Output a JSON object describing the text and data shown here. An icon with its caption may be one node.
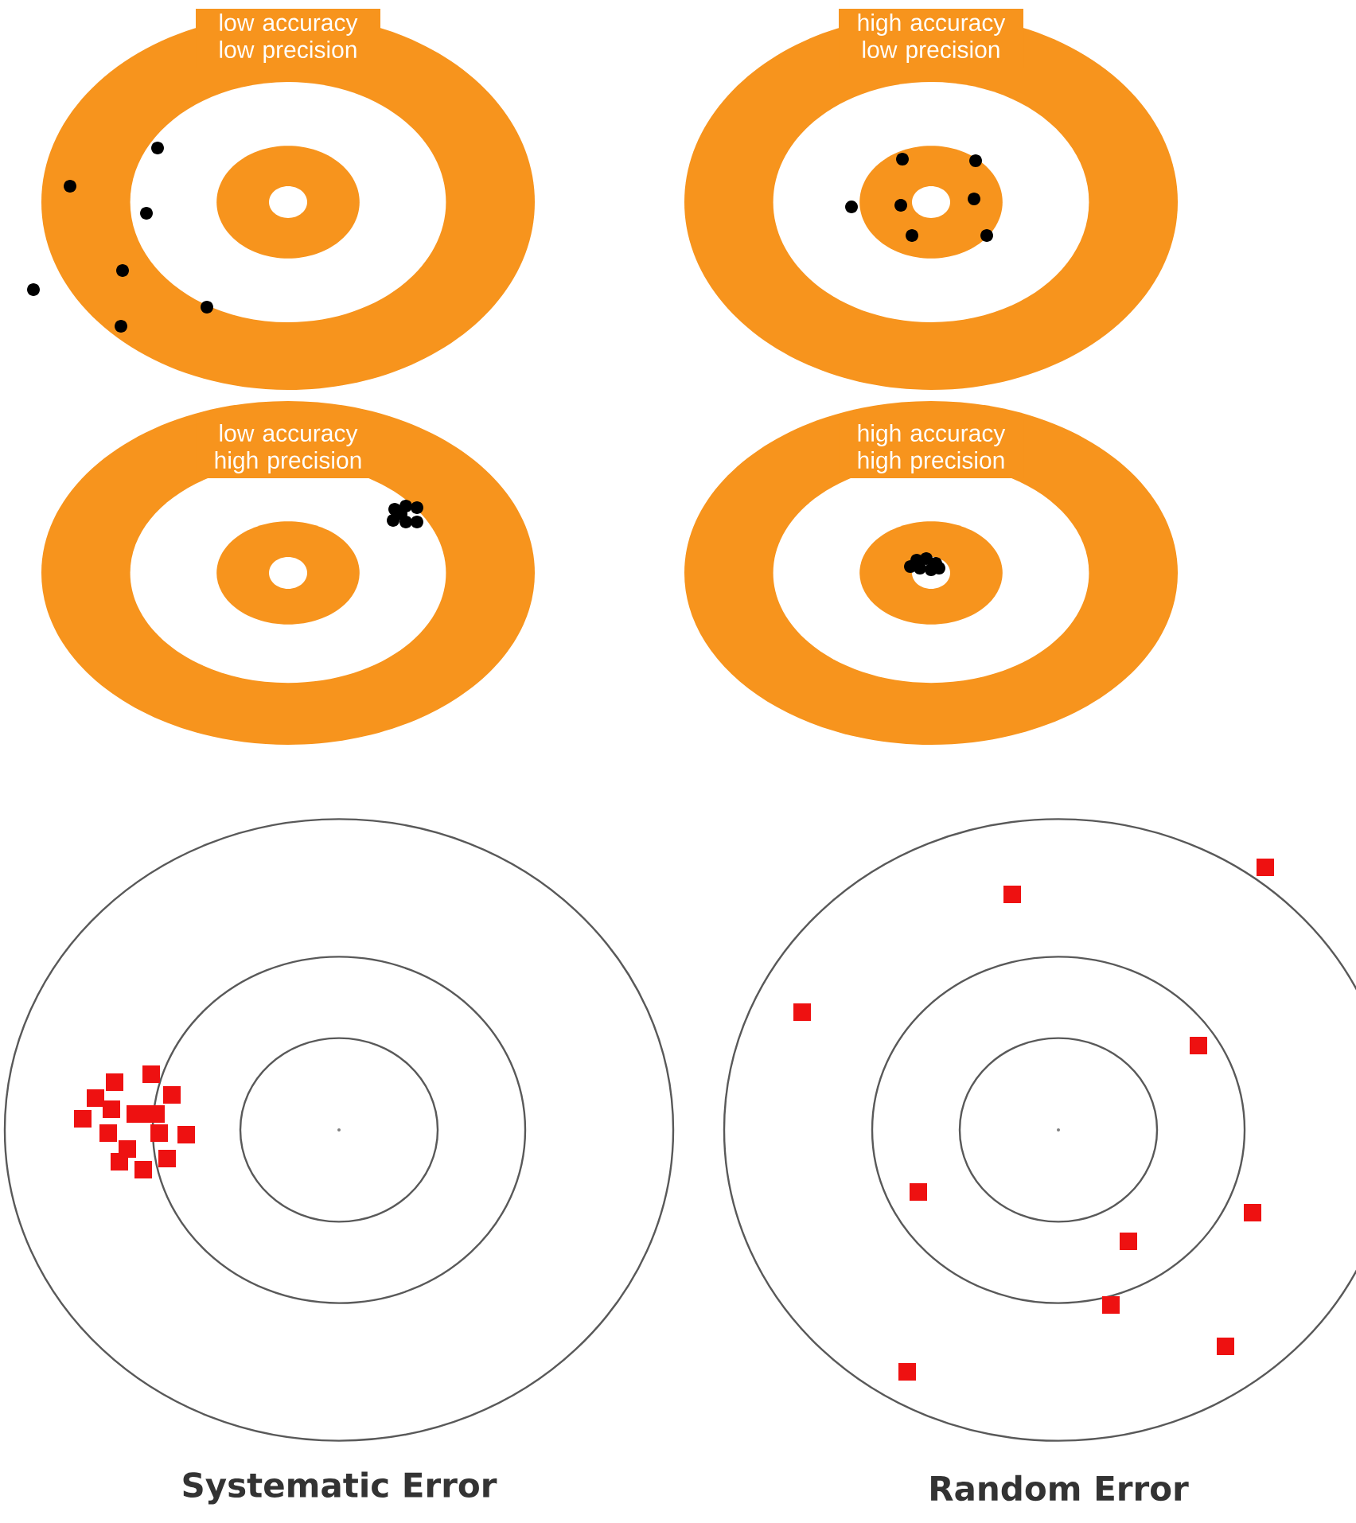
{
  "diagram": {
    "nodes": [
      {
        "text": [
          "low accuracy low precision"
        ]
      },
      {
        "text": [
          "high accuracy low precision"
        ]
      },
      {
        "text": [
          "low accuracy high precision"
        ]
      },
      {
        "text": [
          "high accuracy high precision"
        ]
      }
    ],
    "labels": [
      "Systematic Error",
      "Random Error"
    ]
  }
}
